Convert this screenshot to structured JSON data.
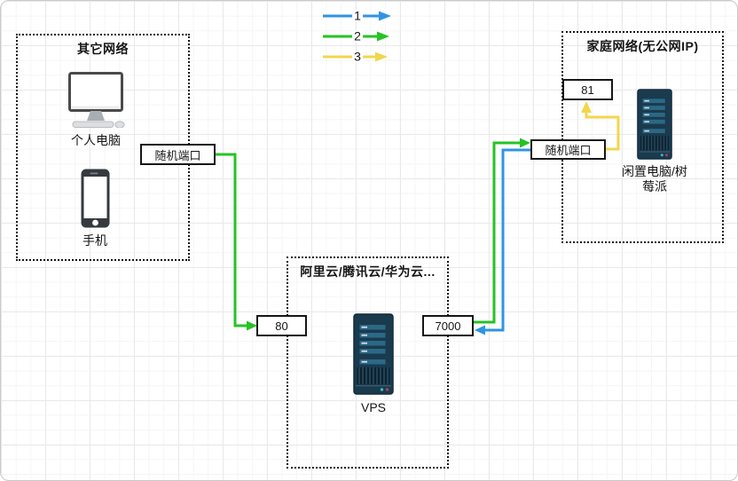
{
  "colors": {
    "blue": "#2E94E5",
    "green": "#25C325",
    "yellow": "#F0D74E"
  },
  "legend": {
    "step1": "1",
    "step2": "2",
    "step3": "3"
  },
  "other_network": {
    "title": "其它网络",
    "pc_label": "个人电脑",
    "phone_label": "手机",
    "random_port_label": "随机端口"
  },
  "cloud": {
    "title": "阿里云/腾讯云/华为云...",
    "port_80": "80",
    "port_7000": "7000",
    "vps_label": "VPS"
  },
  "home_network": {
    "title": "家庭网络(无公网IP)",
    "port_81": "81",
    "random_port_label": "随机端口",
    "server_label_line1": "闲置电脑/树",
    "server_label_line2": "莓派"
  },
  "edges": [
    {
      "step": "1",
      "color": "blue",
      "from": "随机端口 (家庭网络)",
      "to": "7000 (VPS)"
    },
    {
      "step": "2",
      "color": "green",
      "from": "随机端口 (其它网络)",
      "to": "80 (VPS)"
    },
    {
      "step": "2",
      "color": "green",
      "from": "7000 (VPS)",
      "to": "随机端口 (家庭网络)"
    },
    {
      "step": "3",
      "color": "yellow",
      "from": "随机端口 (家庭网络)",
      "to": "81"
    }
  ]
}
